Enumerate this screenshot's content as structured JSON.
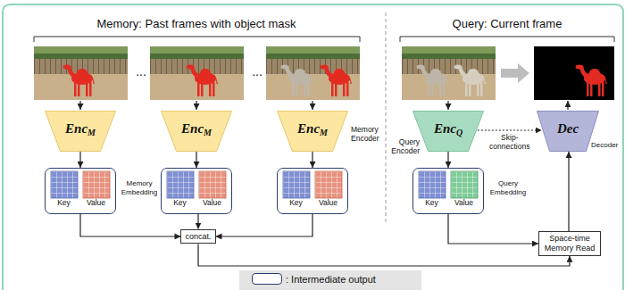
{
  "diagram": {
    "nodes": [
      {
        "text": [
          "Enc",
          "M"
        ]
      },
      {
        "text": [
          "Enc",
          "M"
        ]
      },
      {
        "text": [
          "Enc",
          "M"
        ]
      },
      {
        "text": [
          "Enc",
          "Q"
        ]
      },
      {
        "text": [
          "Dec"
        ]
      },
      {
        "text": [
          "Key",
          "Value"
        ]
      },
      {
        "text": [
          "Key",
          "Value"
        ]
      },
      {
        "text": [
          "Key",
          "Value"
        ]
      },
      {
        "text": [
          "Key",
          "Value"
        ]
      },
      {
        "text": [
          "concat."
        ]
      },
      {
        "text": [
          "Space-time Memory Read"
        ]
      }
    ],
    "edges": [
      {
        "from": 0,
        "to": 5,
        "arrow": "to"
      },
      {
        "from": 1,
        "to": 6,
        "arrow": "to"
      },
      {
        "from": 2,
        "to": 7,
        "arrow": "to"
      },
      {
        "from": 3,
        "to": 8,
        "arrow": "to"
      },
      {
        "from": 5,
        "to": 9,
        "arrow": "to"
      },
      {
        "from": 6,
        "to": 9,
        "arrow": "to"
      },
      {
        "from": 7,
        "to": 9,
        "arrow": "to"
      },
      {
        "from": 9,
        "to": 10,
        "arrow": "to"
      },
      {
        "from": 8,
        "to": 10,
        "arrow": "to"
      },
      {
        "from": 10,
        "to": 4,
        "arrow": "to"
      },
      {
        "from": 3,
        "to": 4,
        "label": "Skip-connections",
        "arrow": "to"
      }
    ],
    "labels": [
      "Memory: Past frames with object mask",
      "...",
      "...",
      "Memory Encoder",
      "Memory Embedding",
      "Query: Current frame",
      "Query Encoder",
      "Query Embedding",
      "Decoder"
    ],
    "legend": [
      {
        "text": ": Intermediate output"
      }
    ]
  }
}
